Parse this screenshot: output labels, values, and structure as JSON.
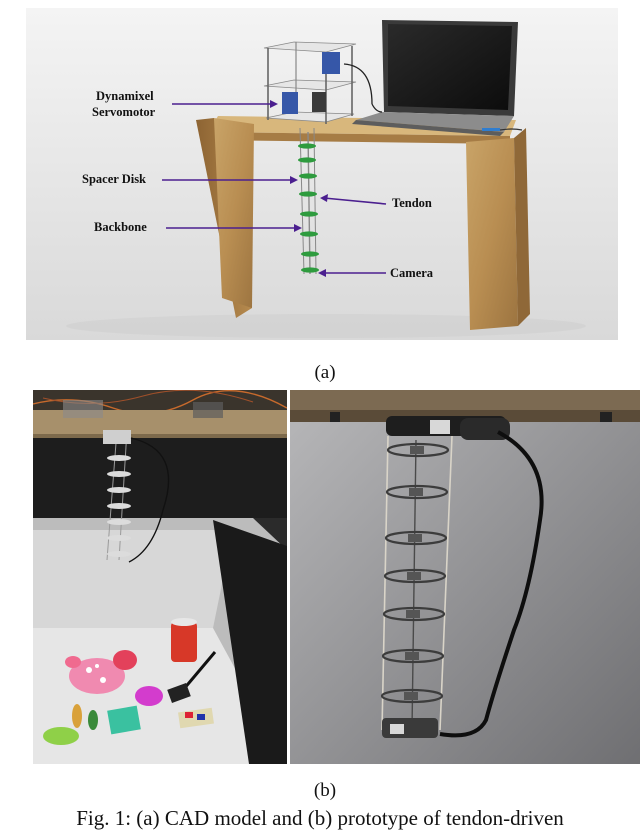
{
  "figure_a": {
    "labels": {
      "servo_line1": "Dynamixel",
      "servo_line2": "Servomotor",
      "spacer": "Spacer Disk",
      "tendon": "Tendon",
      "backbone": "Backbone",
      "camera": "Camera"
    },
    "caption": "(a)"
  },
  "figure_b": {
    "caption": "(b)"
  },
  "figure_caption": "Fig. 1: (a) CAD model and (b) prototype of tendon-driven"
}
